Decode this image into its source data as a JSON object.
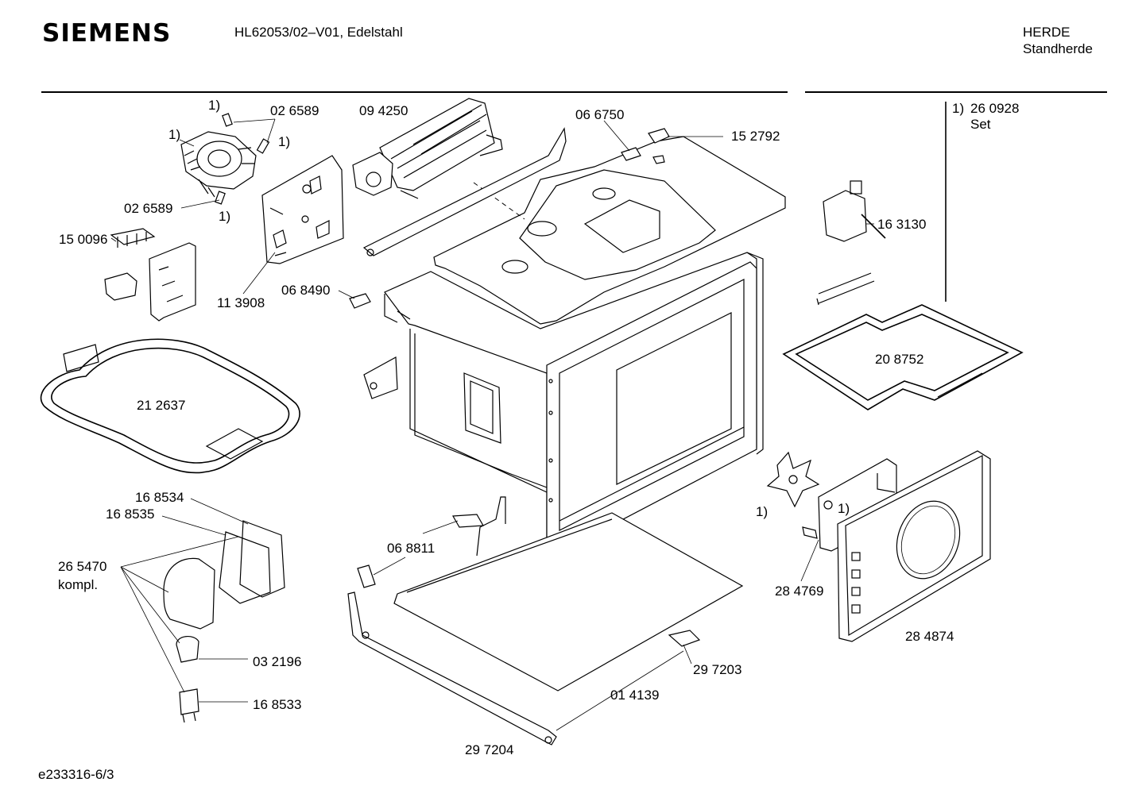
{
  "header": {
    "brand": "SIEMENS",
    "model": "HL62053/02–V01, Edelstahl",
    "category_1": "HERDE",
    "category_2": "Standherde"
  },
  "footer": {
    "doc_id": "e233316-6/3"
  },
  "parts": [
    {
      "id": "p026589a",
      "number": "02 6589"
    },
    {
      "id": "p094250",
      "number": "09 4250"
    },
    {
      "id": "p066750",
      "number": "06 6750"
    },
    {
      "id": "p152792",
      "number": "15 2792"
    },
    {
      "id": "p026589b",
      "number": "02 6589"
    },
    {
      "id": "p150096",
      "number": "15 0096"
    },
    {
      "id": "p113908",
      "number": "11 3908"
    },
    {
      "id": "p068490",
      "number": "06 8490"
    },
    {
      "id": "p212637",
      "number": "21 2637"
    },
    {
      "id": "p168534",
      "number": "16 8534"
    },
    {
      "id": "p168535",
      "number": "16 8535"
    },
    {
      "id": "p265470",
      "number": "26 5470"
    },
    {
      "id": "p265470b",
      "number": "kompl."
    },
    {
      "id": "p068811",
      "number": "06 8811"
    },
    {
      "id": "p032196",
      "number": "03 2196"
    },
    {
      "id": "p168533",
      "number": "16 8533"
    },
    {
      "id": "p297203",
      "number": "29 7203"
    },
    {
      "id": "p014139",
      "number": "01 4139"
    },
    {
      "id": "p297204",
      "number": "29 7204"
    },
    {
      "id": "p163130",
      "number": "16 3130"
    },
    {
      "id": "p208752",
      "number": "20 8752"
    },
    {
      "id": "p284769",
      "number": "28 4769"
    },
    {
      "id": "p284874",
      "number": "28 4874"
    }
  ],
  "footnotes": [
    {
      "id": "fn1",
      "marker": "1)"
    },
    {
      "id": "fn2",
      "marker": "1)"
    },
    {
      "id": "fn3",
      "marker": "1)"
    },
    {
      "id": "fn4",
      "marker": "1)"
    },
    {
      "id": "fn5",
      "marker": "1)"
    },
    {
      "id": "fn6",
      "marker": "1)"
    }
  ],
  "legend": {
    "marker": "1)",
    "number": "26 0928",
    "note": "Set"
  }
}
